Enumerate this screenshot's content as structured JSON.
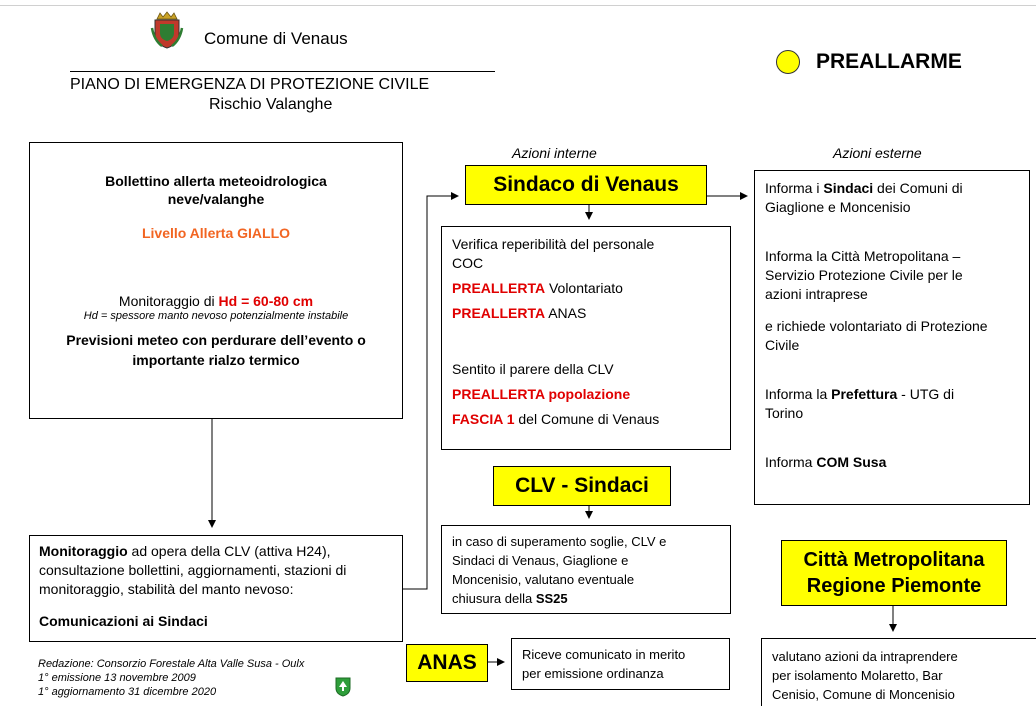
{
  "header": {
    "comune": "Comune di Venaus",
    "title": "PIANO DI EMERGENZA DI PROTEZIONE CIVILE",
    "subtitle": "Rischio Valanghe",
    "status_label": "PREALLARME",
    "status_color": "#ffff00",
    "crest_icon": "municipal-coat-of-arms"
  },
  "columns": {
    "interne": "Azioni interne",
    "esterne": "Azioni esterne"
  },
  "bulletin": {
    "line1": "Bollettino allerta meteoidrologica",
    "line2": "neve/valanghe",
    "level": "Livello Allerta GIALLO",
    "monitor_prefix": "Monitoraggio di ",
    "monitor_value": "Hd = 60-80 cm",
    "hd_note": "Hd = spessore manto nevoso potenzialmente instabile",
    "forecast_line1": "Previsioni meteo con perdurare dell’evento o",
    "forecast_line2": "importante rialzo termico"
  },
  "monitoring": {
    "bold_lead": "Monitoraggio",
    "line1_rest": " ad opera della CLV (attiva H24),",
    "line2": "consultazione bollettini, aggiornamenti, stazioni di",
    "line3": "monitoraggio, stabilità del manto nevoso:",
    "comms": "Comunicazioni ai Sindaci"
  },
  "sindaco": {
    "label": "Sindaco di Venaus"
  },
  "internal_actions": {
    "verify_line1": "Verifica reperibilità del personale",
    "verify_line2": "COC",
    "pre1_bold": "PREALLERTA",
    "pre1_rest": " Volontariato",
    "pre2_bold": "PREALLERTA",
    "pre2_rest": " ANAS",
    "sentito": "Sentito il parere della CLV",
    "pre3": "PREALLERTA popolazione",
    "fascia_bold": "FASCIA 1",
    "fascia_rest": " del Comune di Venaus"
  },
  "external_actions": {
    "a1_pre": "Informa i ",
    "a1_bold": "Sindaci",
    "a1_post": " dei Comuni di",
    "a1_line2": "Giaglione e Moncenisio",
    "a2_line1": "Informa la Città Metropolitana –",
    "a2_line2": "Servizio Protezione Civile per le",
    "a2_line3": "azioni intraprese",
    "a3_line1": "e richiede volontariato di Protezione",
    "a3_line2": "Civile",
    "a4_pre": "Informa la ",
    "a4_bold": "Prefettura",
    "a4_post": " - UTG di",
    "a4_line2": "Torino",
    "a5_pre": "Informa ",
    "a5_bold": "COM Susa"
  },
  "clv": {
    "label": "CLV - Sindaci",
    "text_line1": "in caso di superamento soglie, CLV e",
    "text_line2": "Sindaci di Venaus, Giaglione e",
    "text_line3": "Moncenisio, valutano eventuale",
    "text_line4_pre": "chiusura della ",
    "text_line4_bold": "SS25"
  },
  "anas": {
    "label": "ANAS",
    "text_line1": "Riceve comunicato in merito",
    "text_line2": "per emissione ordinanza"
  },
  "metro": {
    "label_line1": "Città Metropolitana",
    "label_line2": "Regione Piemonte",
    "text_line1": "valutano azioni da intraprendere",
    "text_line2": "per isolamento Molaretto, Bar",
    "text_line3": "Cenisio, Comune di Moncenisio"
  },
  "footer": {
    "line1": "Redazione: Consorzio Forestale Alta Valle Susa - Oulx",
    "line2": "1° emissione 13 novembre 2009",
    "line3": "1° aggiornamento 31 dicembre 2020",
    "logo_icon": "forestry-consortium-logo"
  }
}
